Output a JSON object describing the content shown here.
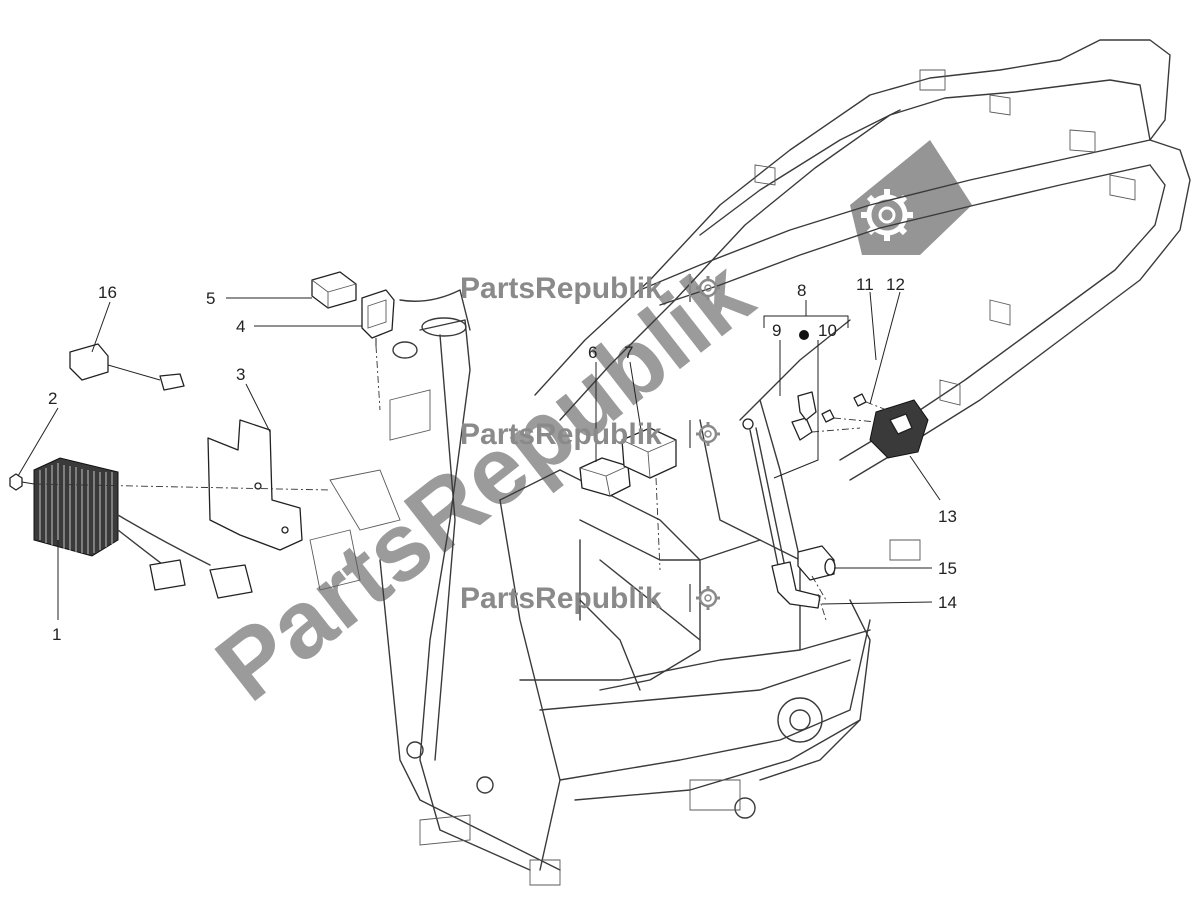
{
  "watermark": {
    "brand": "PartsRepublik",
    "big": "PartsRepublik",
    "color": "#8a8a8a"
  },
  "callouts": {
    "c1": "1",
    "c2": "2",
    "c3": "3",
    "c4": "4",
    "c5": "5",
    "c6": "6",
    "c7": "7",
    "c8": "8",
    "c9": "9",
    "c10": "10",
    "c11": "11",
    "c12": "12",
    "c13": "13",
    "c14": "14",
    "c15": "15",
    "c16": "16"
  },
  "icons": [
    "gear-icon"
  ]
}
